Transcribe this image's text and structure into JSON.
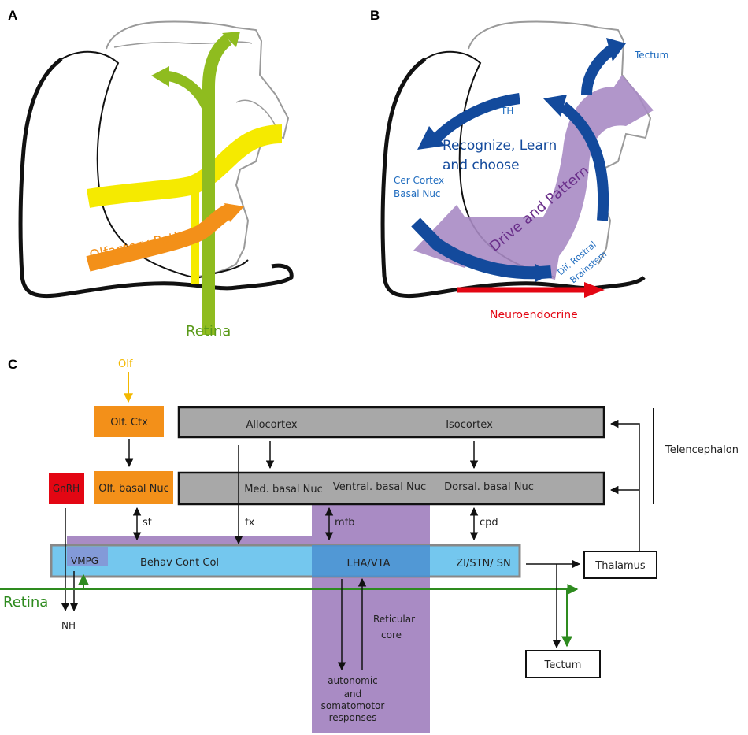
{
  "panel_letters": {
    "a": "A",
    "b": "B",
    "c": "C"
  },
  "panel_a": {
    "olfactory_path": "Olfactory Path",
    "retina": "Retina"
  },
  "panel_b": {
    "tectum": "Tectum",
    "th": "TH",
    "recognize_line1": "Recognize, Learn",
    "recognize_line2": "and choose",
    "cer_cortex": "Cer Cortex",
    "basal_nuc": "Basal Nuc",
    "drive_and_pattern": "Drive and Pattern",
    "dif_rostral": "Dif. Rostral",
    "brainstem": "Brainstem",
    "neuroendocrine": "Neuroendocrine"
  },
  "panel_c": {
    "olf": "Olf",
    "olf_ctx": "Olf. Ctx",
    "olf_basal_nuc": "Olf. basal Nuc",
    "gnrh": "GnRH",
    "allocortex": "Allocortex",
    "isocortex": "Isocortex",
    "med_basal_nuc": "Med. basal Nuc",
    "ventral_basal_nuc": "Ventral. basal Nuc",
    "dorsal_basal_nuc": "Dorsal. basal Nuc",
    "telencephalon": "Telencephalon",
    "st": "st",
    "fx": "fx",
    "mfb": "mfb",
    "cpd": "cpd",
    "vmpg": "VMPG",
    "behav_cont_col": "Behav Cont Col",
    "lha_vta": "LHA/VTA",
    "zi_stn_sn": "ZI/STN/ SN",
    "thalamus": "Thalamus",
    "retina": "Retina",
    "nh": "NH",
    "reticular": "Reticular",
    "core": "core",
    "autonomic": "autonomic",
    "and": "and",
    "somatomotor": "somatomotor",
    "responses": "responses",
    "tectum": "Tectum"
  },
  "colors": {
    "olfactory": "#f39019",
    "retina": "#8fbc1f",
    "yellow": "#f5ea00",
    "blue": "#134a9c",
    "purple": "#a98bc4",
    "red": "#e30613",
    "gray_box": "#a8a8a8",
    "light_blue": "#74c7ee",
    "green_line": "#2e8b1f"
  }
}
